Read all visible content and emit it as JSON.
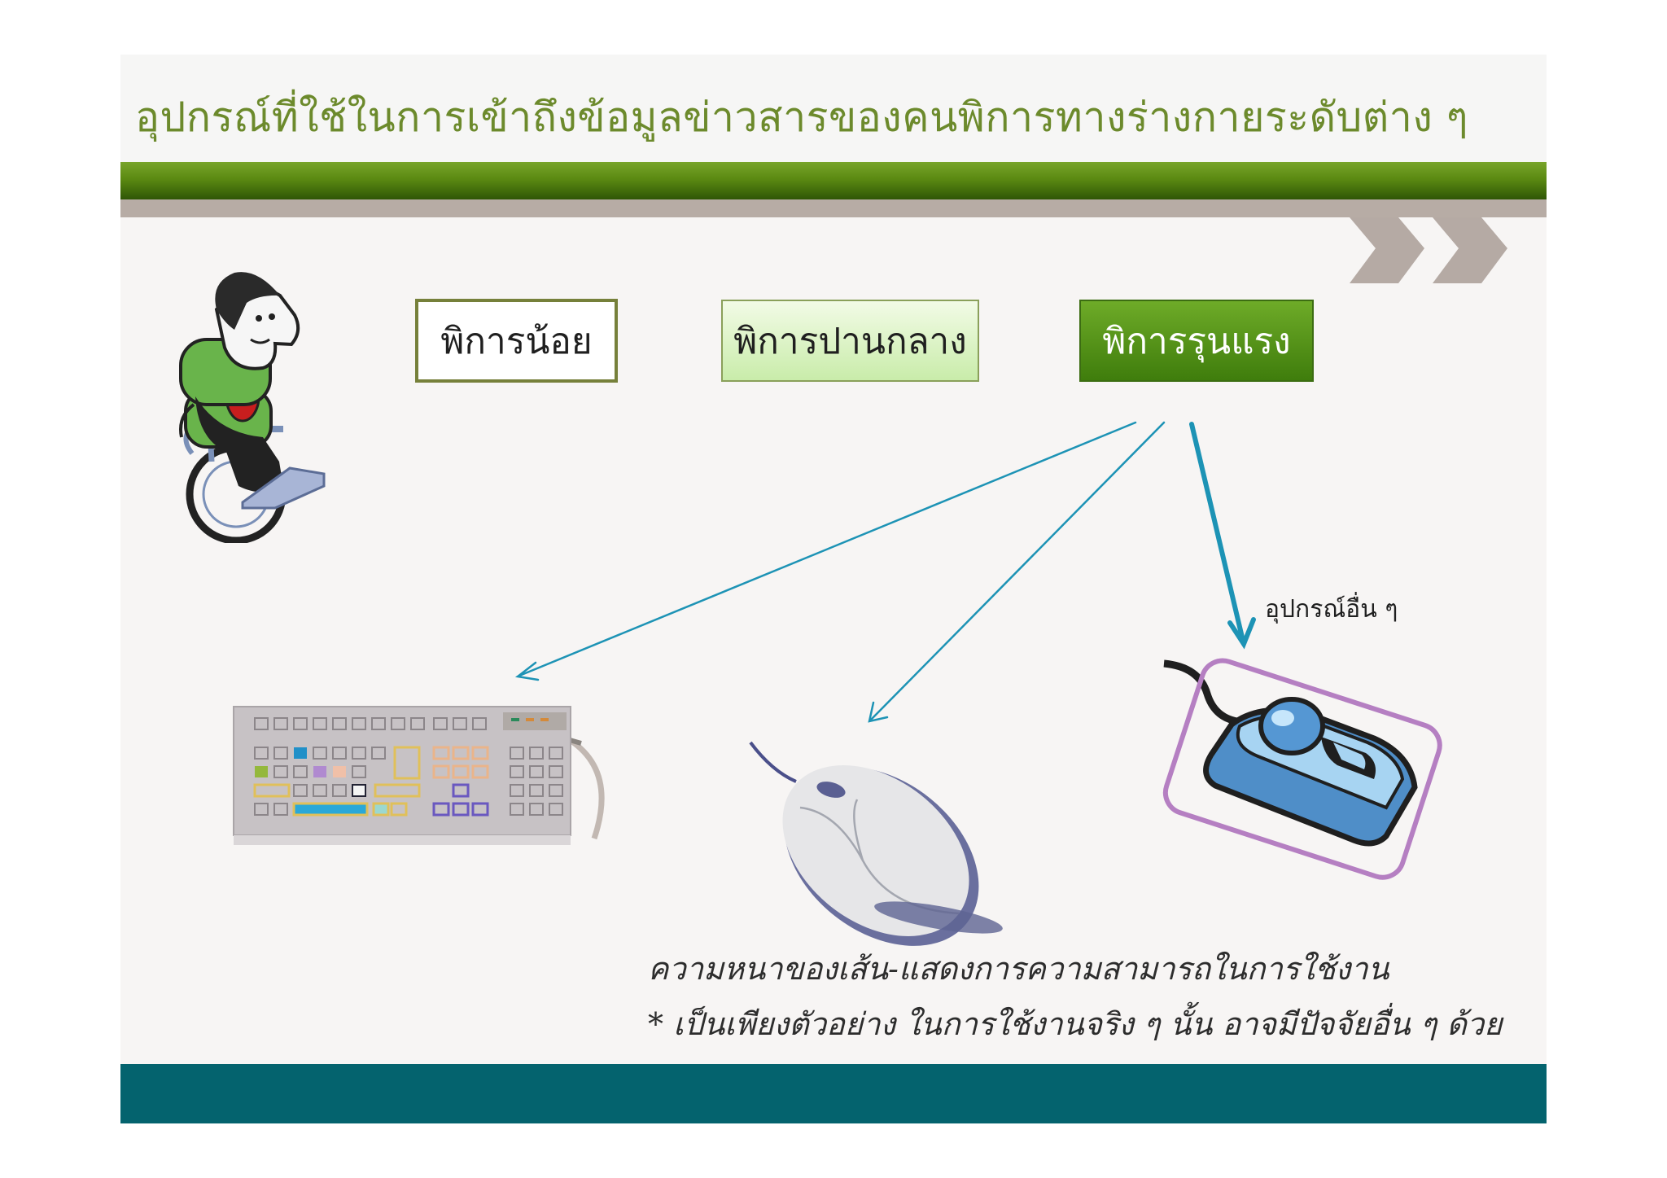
{
  "title": "อุปกรณ์ที่ใช้ในการเข้าถึงข้อมูลข่าวสารของคนพิการทางร่างกายระดับต่าง ๆ",
  "levels": [
    {
      "label": "พิการน้อย"
    },
    {
      "label": "พิการปานกลาง"
    },
    {
      "label": "พิการรุนแรง"
    }
  ],
  "devices": [
    {
      "icon": "keyboard-icon"
    },
    {
      "icon": "computer-mouse-icon"
    },
    {
      "icon": "trackball-icon",
      "label": "อุปกรณ์อื่น ๆ"
    }
  ],
  "notes": {
    "line1": "ความหนาของเส้น-แสดงการความสามารถในการใช้งาน",
    "line2": "* เป็นเพียงตัวอย่าง ในการใช้งานจริง ๆ นั้น อาจมีปัจจัยอื่น ๆ ด้วย"
  },
  "colors": {
    "title": "#6c8a2c",
    "green_band": "#5b8a12",
    "footer": "#04636e",
    "arrow": "#1d93b5",
    "severe_box": "#4f8d18"
  }
}
